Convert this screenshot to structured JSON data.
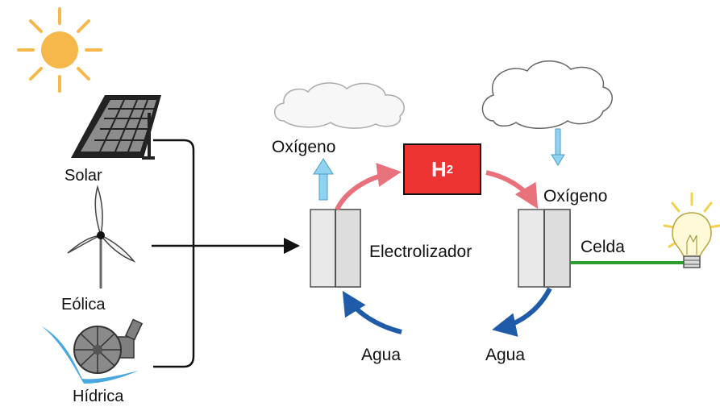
{
  "sources": {
    "solar": "Solar",
    "eolica": "Eólica",
    "hidrica": "Hídrica"
  },
  "process": {
    "electrolyzer": "Electrolizador",
    "cell": "Celda",
    "oxygen_left": "Oxígeno",
    "oxygen_right": "Oxígeno",
    "water_left": "Agua",
    "water_right": "Agua",
    "hydrogen": {
      "symbol": "H",
      "subscript": "2"
    }
  },
  "colors": {
    "sun": "#F7B84B",
    "hydrogen_box": "#EE3333",
    "cycle_top_arrow": "#E8727C",
    "cycle_bottom_arrow": "#1F5BA8",
    "oxygen_arrow": "#8FD3F0",
    "cell_wire": "#2E9E2E",
    "bulb_glow": "#F2D24A"
  },
  "icons": [
    "sun-icon",
    "solar-panel-icon",
    "wind-turbine-icon",
    "water-turbine-icon",
    "cloud-icon",
    "light-bulb-icon"
  ]
}
